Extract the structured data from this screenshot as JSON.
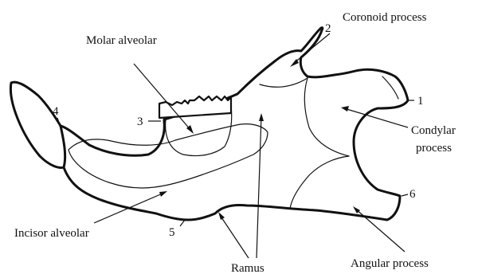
{
  "diagram": {
    "labels": {
      "coronoid": "Coronoid process",
      "molar": "Molar alveolar",
      "condylar_line1": "Condylar",
      "condylar_line2": "process",
      "incisor": "Incisor alveolar",
      "ramus": "Ramus",
      "angular": "Angular process"
    },
    "numbers": {
      "n1": "1",
      "n2": "2",
      "n3": "3",
      "n4": "4",
      "n5": "5",
      "n6": "6"
    }
  }
}
